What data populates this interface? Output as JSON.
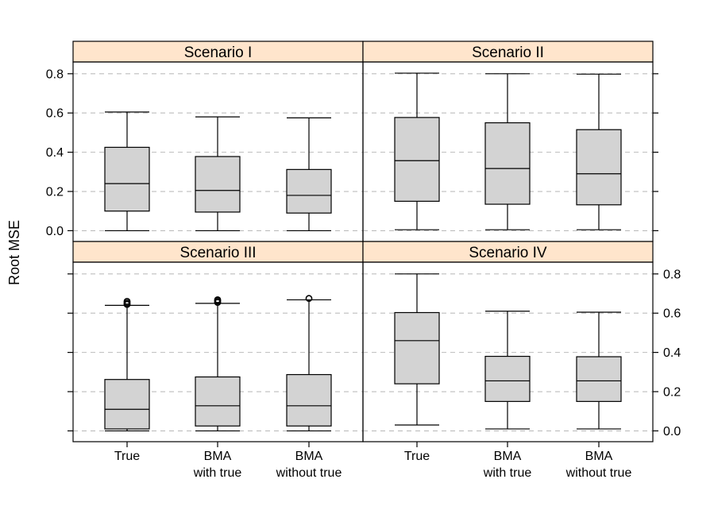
{
  "chart_data": {
    "type": "box",
    "ylabel": "Root MSE",
    "ylim": [
      -0.055,
      0.86
    ],
    "yticks": [
      0.0,
      0.2,
      0.4,
      0.6,
      0.8
    ],
    "ytick_labels": [
      "0.0",
      "0.2",
      "0.4",
      "0.6",
      "0.8"
    ],
    "categories": [
      {
        "line1": "True",
        "line2": ""
      },
      {
        "line1": "BMA",
        "line2": "with true"
      },
      {
        "line1": "BMA",
        "line2": "without true"
      }
    ],
    "grid": true,
    "colors": {
      "box_fill": "#d3d3d3",
      "strip_fill": "#ffe5cc",
      "grid": "#bdbdbd"
    },
    "panels": [
      {
        "title": "Scenario I",
        "boxes": [
          {
            "category": "True",
            "whisker_low": 0.0,
            "q1": 0.1,
            "median": 0.24,
            "q3": 0.425,
            "whisker_high": 0.605,
            "outliers": []
          },
          {
            "category": "BMA with true",
            "whisker_low": 0.0,
            "q1": 0.095,
            "median": 0.205,
            "q3": 0.378,
            "whisker_high": 0.58,
            "outliers": []
          },
          {
            "category": "BMA without true",
            "whisker_low": 0.0,
            "q1": 0.09,
            "median": 0.18,
            "q3": 0.312,
            "whisker_high": 0.575,
            "outliers": []
          }
        ]
      },
      {
        "title": "Scenario II",
        "boxes": [
          {
            "category": "True",
            "whisker_low": 0.005,
            "q1": 0.15,
            "median": 0.357,
            "q3": 0.577,
            "whisker_high": 0.803,
            "outliers": []
          },
          {
            "category": "BMA with true",
            "whisker_low": 0.005,
            "q1": 0.135,
            "median": 0.317,
            "q3": 0.55,
            "whisker_high": 0.8,
            "outliers": []
          },
          {
            "category": "BMA without true",
            "whisker_low": 0.005,
            "q1": 0.132,
            "median": 0.29,
            "q3": 0.515,
            "whisker_high": 0.798,
            "outliers": []
          }
        ]
      },
      {
        "title": "Scenario III",
        "boxes": [
          {
            "category": "True",
            "whisker_low": 0.0,
            "q1": 0.01,
            "median": 0.11,
            "q3": 0.262,
            "whisker_high": 0.64,
            "outliers": [
              0.645,
              0.652,
              0.66
            ]
          },
          {
            "category": "BMA with true",
            "whisker_low": 0.0,
            "q1": 0.025,
            "median": 0.128,
            "q3": 0.275,
            "whisker_high": 0.65,
            "outliers": [
              0.655,
              0.662,
              0.668
            ]
          },
          {
            "category": "BMA without true",
            "whisker_low": 0.0,
            "q1": 0.025,
            "median": 0.128,
            "q3": 0.287,
            "whisker_high": 0.668,
            "outliers": [
              0.675
            ]
          }
        ]
      },
      {
        "title": "Scenario IV",
        "boxes": [
          {
            "category": "True",
            "whisker_low": 0.03,
            "q1": 0.24,
            "median": 0.46,
            "q3": 0.603,
            "whisker_high": 0.8,
            "outliers": []
          },
          {
            "category": "BMA with true",
            "whisker_low": 0.01,
            "q1": 0.15,
            "median": 0.255,
            "q3": 0.38,
            "whisker_high": 0.61,
            "outliers": []
          },
          {
            "category": "BMA without true",
            "whisker_low": 0.01,
            "q1": 0.15,
            "median": 0.255,
            "q3": 0.378,
            "whisker_high": 0.605,
            "outliers": []
          }
        ]
      }
    ]
  }
}
